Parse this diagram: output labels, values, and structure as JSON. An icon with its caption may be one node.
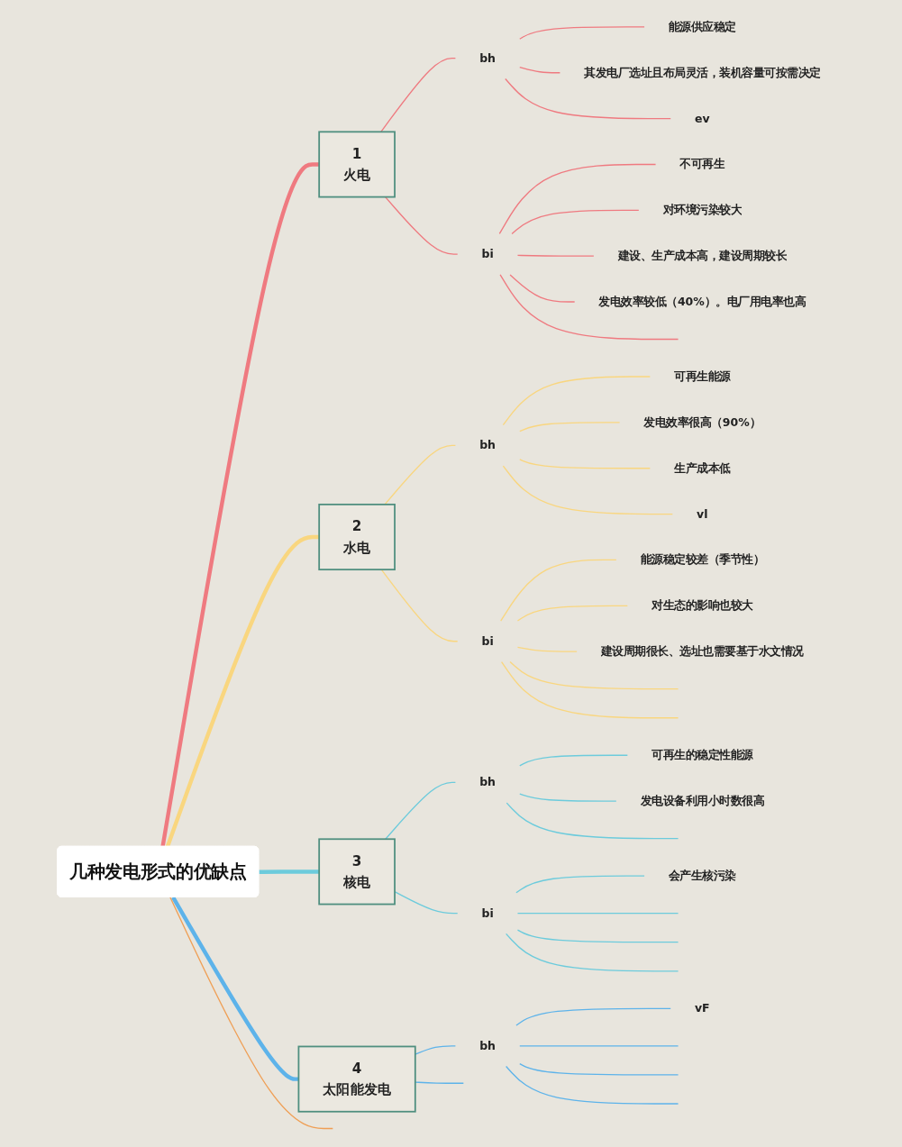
{
  "diagram": {
    "nodes": [
      {
        "text": [
          "几种发电形式的优缺点"
        ]
      },
      {
        "text": [
          "1",
          "火电"
        ]
      },
      {
        "text": [
          "bh"
        ]
      },
      {
        "text": [
          "能源供应稳定"
        ]
      },
      {
        "text": [
          "其发电厂选址且布局灵活，装机容量可按需决定"
        ]
      },
      {
        "text": [
          "ev"
        ]
      },
      {
        "text": [
          "bi"
        ]
      },
      {
        "text": [
          "不可再生"
        ]
      },
      {
        "text": [
          "对环境污染较大"
        ]
      },
      {
        "text": [
          "建设、生产成本高，建设周期较长"
        ]
      },
      {
        "text": [
          "发电效率较低（40%）。电厂用电率也高"
        ]
      },
      {
        "text": [
          "2",
          "水电"
        ]
      },
      {
        "text": [
          "bh"
        ]
      },
      {
        "text": [
          "可再生能源"
        ]
      },
      {
        "text": [
          "发电效率很高（90%）"
        ]
      },
      {
        "text": [
          "生产成本低"
        ]
      },
      {
        "text": [
          "vl"
        ]
      },
      {
        "text": [
          "bi"
        ]
      },
      {
        "text": [
          "能源稳定较差（季节性）"
        ]
      },
      {
        "text": [
          "对生态的影响也较大"
        ]
      },
      {
        "text": [
          "建设周期很长、选址也需要基于水文情况"
        ]
      },
      {
        "text": [
          "3",
          "核电"
        ]
      },
      {
        "text": [
          "bh"
        ]
      },
      {
        "text": [
          "可再生的稳定性能源"
        ]
      },
      {
        "text": [
          "发电设备利用小时数很高"
        ]
      },
      {
        "text": [
          "bi"
        ]
      },
      {
        "text": [
          "会产生核污染"
        ]
      },
      {
        "text": [
          "4",
          "太阳能发电"
        ]
      },
      {
        "text": [
          "bh"
        ]
      },
      {
        "text": [
          "vF"
        ]
      }
    ],
    "edges": [
      {
        "from": 0,
        "to": 1,
        "arrow": "none",
        "style": "thick",
        "color": "#ef7a80"
      },
      {
        "from": 0,
        "to": 11,
        "arrow": "none",
        "style": "thick",
        "color": "#f9d67f"
      },
      {
        "from": 0,
        "to": 21,
        "arrow": "none",
        "style": "thick",
        "color": "#6ccbdc"
      },
      {
        "from": 0,
        "to": 27,
        "arrow": "none",
        "style": "thick",
        "color": "#5db3ea"
      },
      {
        "from": 0,
        "to": null,
        "arrow": "none",
        "color": "#ef9f55"
      },
      {
        "from": 1,
        "to": 2,
        "arrow": "none",
        "color": "#ef7a80"
      },
      {
        "from": 1,
        "to": 6,
        "arrow": "none",
        "color": "#ef7a80"
      },
      {
        "from": 2,
        "to": 3,
        "arrow": "none",
        "color": "#ef7a80"
      },
      {
        "from": 2,
        "to": 4,
        "arrow": "none",
        "color": "#ef7a80"
      },
      {
        "from": 2,
        "to": 5,
        "arrow": "none",
        "color": "#ef7a80"
      },
      {
        "from": 6,
        "to": 7,
        "arrow": "none",
        "color": "#ef7a80"
      },
      {
        "from": 6,
        "to": 8,
        "arrow": "none",
        "color": "#ef7a80"
      },
      {
        "from": 6,
        "to": 9,
        "arrow": "none",
        "color": "#ef7a80"
      },
      {
        "from": 6,
        "to": 10,
        "arrow": "none",
        "color": "#ef7a80"
      },
      {
        "from": 6,
        "to": null,
        "arrow": "none",
        "color": "#ef7a80"
      },
      {
        "from": 11,
        "to": 12,
        "arrow": "none",
        "color": "#f9d67f"
      },
      {
        "from": 11,
        "to": 17,
        "arrow": "none",
        "color": "#f9d67f"
      },
      {
        "from": 12,
        "to": 13,
        "arrow": "none",
        "color": "#f9d67f"
      },
      {
        "from": 12,
        "to": 14,
        "arrow": "none",
        "color": "#f9d67f"
      },
      {
        "from": 12,
        "to": 15,
        "arrow": "none",
        "color": "#f9d67f"
      },
      {
        "from": 12,
        "to": 16,
        "arrow": "none",
        "color": "#f9d67f"
      },
      {
        "from": 17,
        "to": 18,
        "arrow": "none",
        "color": "#f9d67f"
      },
      {
        "from": 17,
        "to": 19,
        "arrow": "none",
        "color": "#f9d67f"
      },
      {
        "from": 17,
        "to": 20,
        "arrow": "none",
        "color": "#f9d67f"
      },
      {
        "from": 17,
        "to": null,
        "arrow": "none",
        "color": "#f9d67f"
      },
      {
        "from": 17,
        "to": null,
        "arrow": "none",
        "color": "#f9d67f"
      },
      {
        "from": 21,
        "to": 22,
        "arrow": "none",
        "color": "#6ccbdc"
      },
      {
        "from": 21,
        "to": 25,
        "arrow": "none",
        "color": "#6ccbdc"
      },
      {
        "from": 22,
        "to": 23,
        "arrow": "none",
        "color": "#6ccbdc"
      },
      {
        "from": 22,
        "to": 24,
        "arrow": "none",
        "color": "#6ccbdc"
      },
      {
        "from": 22,
        "to": null,
        "arrow": "none",
        "color": "#6ccbdc"
      },
      {
        "from": 25,
        "to": 26,
        "arrow": "none",
        "color": "#6ccbdc"
      },
      {
        "from": 25,
        "to": null,
        "arrow": "none",
        "color": "#6ccbdc"
      },
      {
        "from": 25,
        "to": null,
        "arrow": "none",
        "color": "#6ccbdc"
      },
      {
        "from": 25,
        "to": null,
        "arrow": "none",
        "color": "#6ccbdc"
      },
      {
        "from": 27,
        "to": 28,
        "arrow": "none",
        "color": "#5db3ea"
      },
      {
        "from": 27,
        "to": null,
        "arrow": "none",
        "color": "#5db3ea"
      },
      {
        "from": 28,
        "to": 29,
        "arrow": "none",
        "color": "#5db3ea"
      },
      {
        "from": 28,
        "to": null,
        "arrow": "none",
        "color": "#5db3ea"
      },
      {
        "from": 28,
        "to": null,
        "arrow": "none",
        "color": "#5db3ea"
      },
      {
        "from": 28,
        "to": null,
        "arrow": "none",
        "color": "#5db3ea"
      }
    ]
  }
}
